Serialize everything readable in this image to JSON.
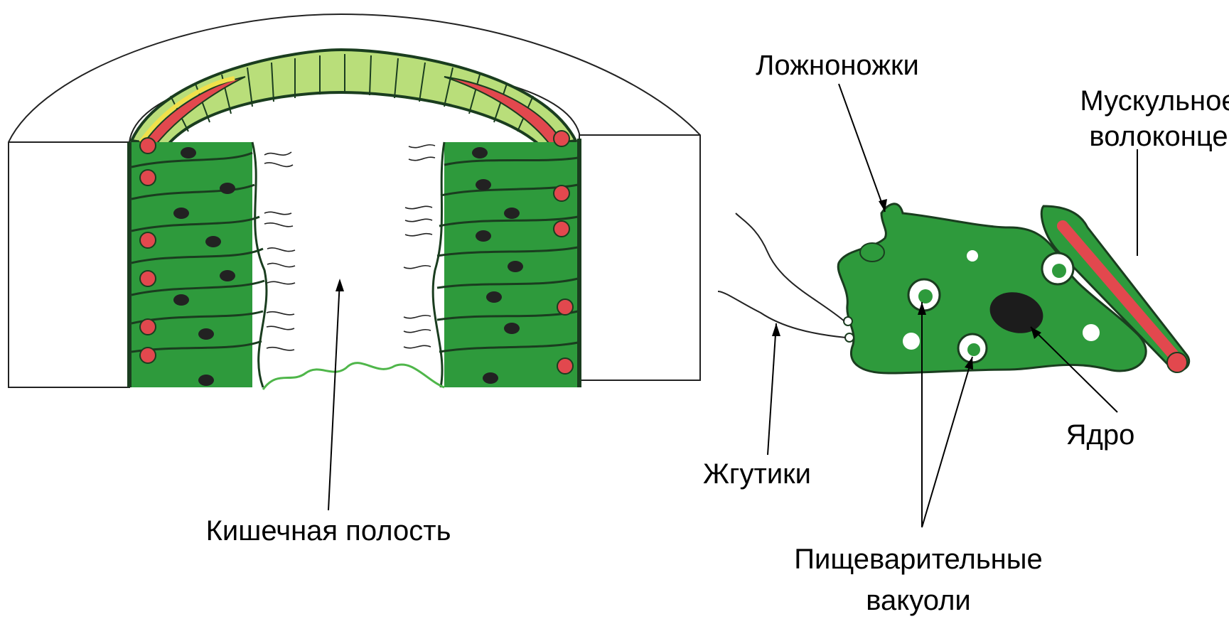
{
  "labels": {
    "gut_cavity": "Кишечная полость",
    "pseudopods": "Ложноножки",
    "muscle_fiber_line1": "Мускульное",
    "muscle_fiber_line2": "волоконце",
    "flagella": "Жгутики",
    "nucleus": "Ядро",
    "vacuoles_line1": "Пищеварительные",
    "vacuoles_line2": "вакуоли"
  },
  "colors": {
    "cell_green": "#2e9a3c",
    "cell_outline": "#1a3d1f",
    "light_green": "#b9de7a",
    "muscle_red": "#e2484e",
    "yellow": "#f1e04a",
    "nucleus": "#1c1c1c",
    "vacuole_bg": "#ffffff"
  }
}
